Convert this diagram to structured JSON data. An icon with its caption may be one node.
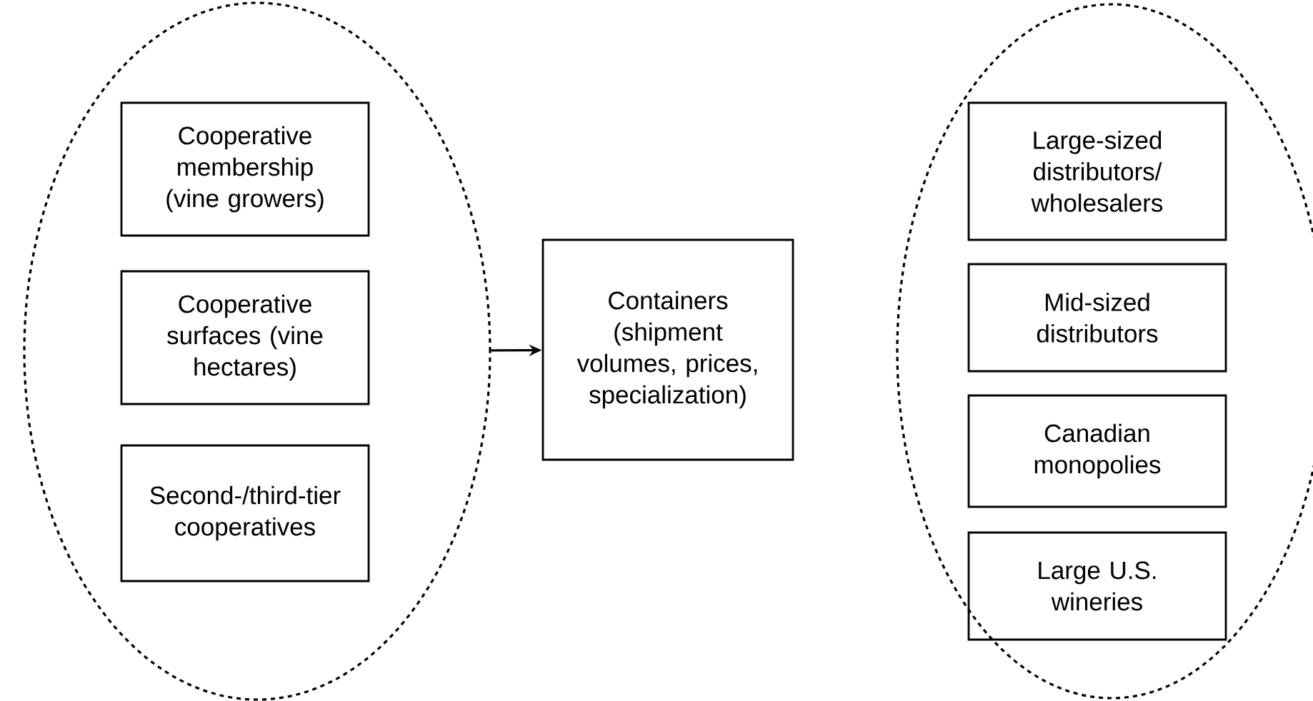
{
  "diagram": {
    "nodes": [
      {
        "text": [],
        "shape": "ellipse"
      },
      {
        "text": [
          "Cooperative membership (vine growers)"
        ],
        "in": 0
      },
      {
        "text": [
          "Cooperative surfaces (vine hectares)"
        ],
        "in": 0
      },
      {
        "text": [
          "Second-/third-tier cooperatives"
        ],
        "in": 0
      },
      {
        "text": [
          "Containers (shipment volumes, prices, specialization)"
        ]
      },
      {
        "text": [],
        "shape": "ellipse"
      },
      {
        "text": [
          "Large-sized distributors/ wholesalers"
        ],
        "in": 5
      },
      {
        "text": [
          "Mid-sized distributors"
        ],
        "in": 5
      },
      {
        "text": [
          "Canadian monopolies"
        ],
        "in": 5
      },
      {
        "text": [
          "Large U.S. wineries"
        ],
        "in": 5
      }
    ],
    "edges": [
      {
        "from": 0,
        "to": 4,
        "arrow": "to"
      }
    ]
  }
}
